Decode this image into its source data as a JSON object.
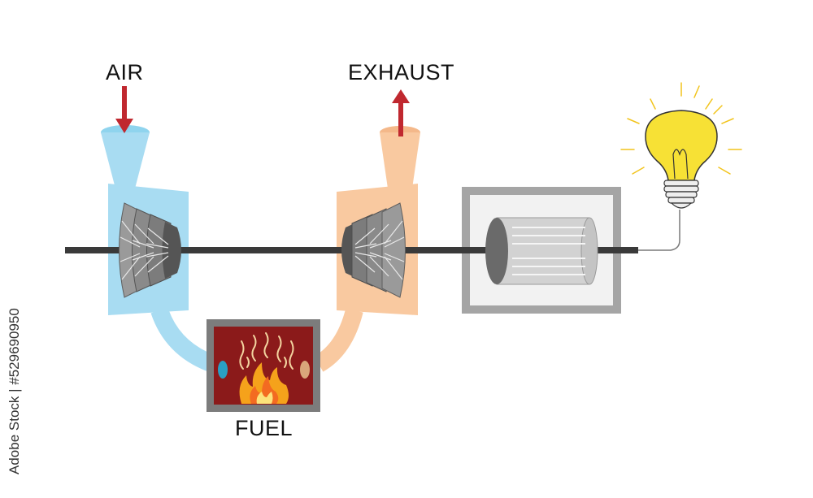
{
  "labels": {
    "air": "AIR",
    "exhaust": "EXHAUST",
    "fuel": "FUEL"
  },
  "watermark": {
    "text": "Adobe Stock | #529690950"
  },
  "colors": {
    "compressor_housing": "#a8dcf2",
    "turbine_housing": "#f9c9a0",
    "combustor_frame": "#7c7c7c",
    "combustor_fill": "#8b1a1a",
    "flame": "#f5a21b",
    "shaft": "#3a3a3a",
    "generator_frame": "#a5a5a5",
    "bulb": "#f7e135",
    "arrow": "#c0282f"
  }
}
